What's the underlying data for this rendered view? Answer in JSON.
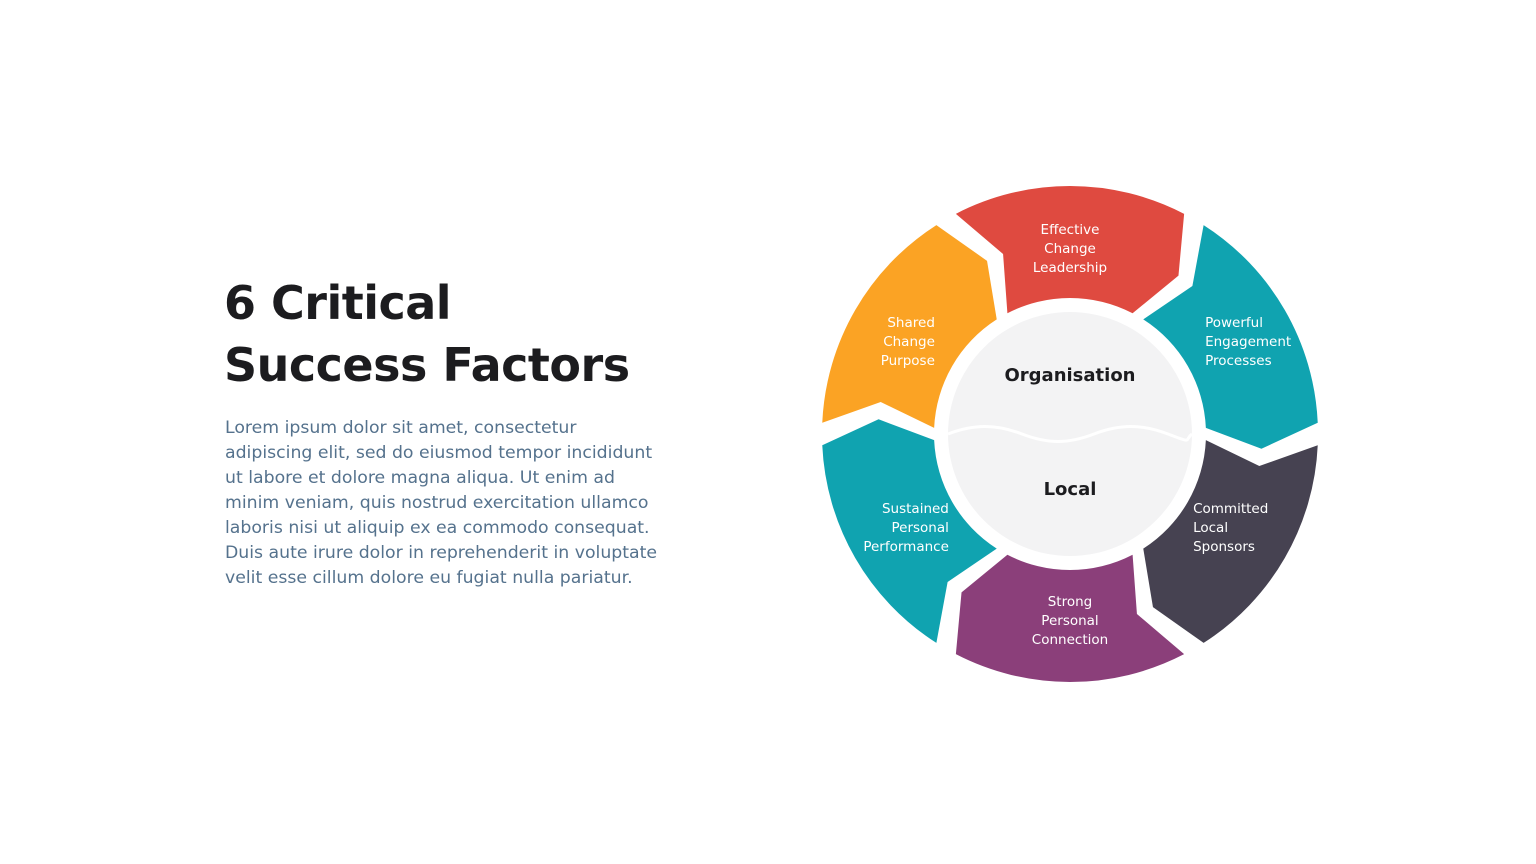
{
  "heading": {
    "line1": "6 Critical",
    "line2": "Success Factors"
  },
  "body": {
    "lines": [
      "Lorem ipsum dolor sit amet, consectetur",
      "adipiscing elit, sed do eiusmod tempor incididunt",
      "ut labore et dolore magna aliqua. Ut enim ad",
      "minim veniam, quis nostrud exercitation ullamco",
      "laboris nisi ut aliquip ex ea commodo consequat.",
      "Duis aute irure dolor in reprehenderit in voluptate",
      "velit esse cillum dolore eu fugiat nulla pariatur."
    ]
  },
  "diagram": {
    "hub": {
      "top_label": "Organisation",
      "bottom_label": "Local"
    },
    "segments": [
      {
        "label": [
          "Effective",
          "Change",
          "Leadership"
        ],
        "color": "#df4a40"
      },
      {
        "label": [
          "Powerful",
          "Engagement",
          "Processes"
        ],
        "color": "#10a3b0"
      },
      {
        "label": [
          "Committed",
          "Local",
          "Sponsors"
        ],
        "color": "#464251"
      },
      {
        "label": [
          "Strong",
          "Personal",
          "Connection"
        ],
        "color": "#8b3f7a"
      },
      {
        "label": [
          "Sustained",
          "Personal",
          "Performance"
        ],
        "color": "#10a3b0"
      },
      {
        "label": [
          "Shared",
          "Change",
          "Purpose"
        ],
        "color": "#fba324"
      }
    ]
  }
}
